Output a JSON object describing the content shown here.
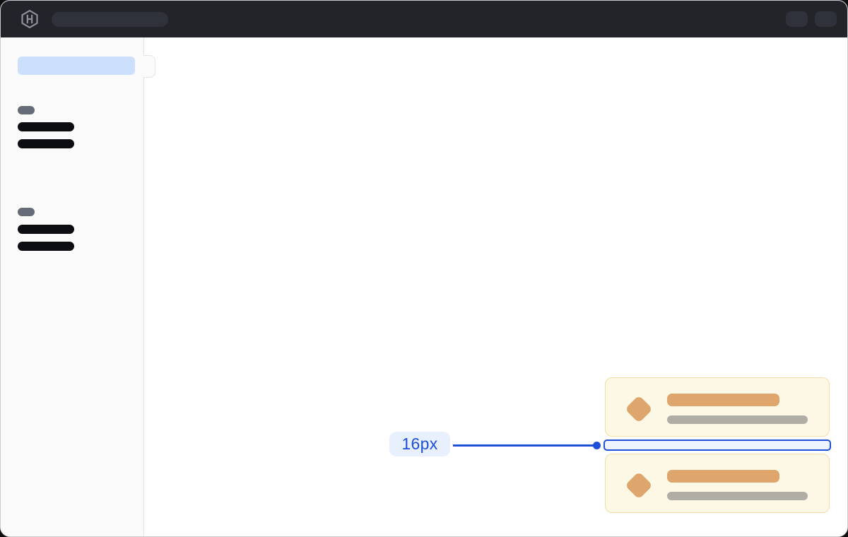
{
  "annotation": {
    "spacing_label": "16px"
  },
  "colors": {
    "frame_border": "#c9cbce",
    "topbar_bg": "#22242a",
    "topbar_pill": "#2f323b",
    "logo_gray": "#8d9199",
    "sidebar_bg": "#fafafa",
    "sidebar_border": "#e2e3e6",
    "selected_bg": "#cce0fb",
    "pill_gray": "#656b77",
    "skeleton_dark": "#0b0d11",
    "card_bg": "#fdf7e5",
    "card_border": "#f2deab",
    "orange": "#dea66c",
    "gray_bar": "#b0ada5",
    "accent_blue": "#1d4fd8",
    "highlight_fill": "#eef4fe",
    "badge_bg": "#e8effd"
  },
  "topbar": {
    "logo_icon": "hashicorp-logo",
    "search_skeleton": true,
    "action_button_count": 2
  },
  "sidebar": {
    "selected_item_skeleton": true,
    "collapse_handle": true,
    "groups": [
      {
        "section_label_skeleton": true,
        "link_skeleton_count": 2
      },
      {
        "section_label_skeleton": true,
        "link_skeleton_count": 2
      }
    ]
  },
  "main": {
    "cards": [
      {
        "icon": "diamond-icon",
        "title_skeleton": true,
        "subtitle_skeleton": true
      },
      {
        "icon": "diamond-icon",
        "title_skeleton": true,
        "subtitle_skeleton": true
      }
    ],
    "highlighted_gap": {
      "label": "16px"
    }
  }
}
